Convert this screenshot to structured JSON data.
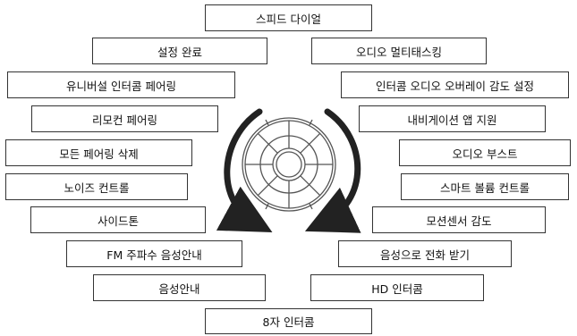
{
  "menu": {
    "top": "스피드 다이얼",
    "bottom": "8자 인터콤",
    "left": [
      "설정 완료",
      "유니버설 인터콤 페어링",
      "리모컨 페어링",
      "모든 페어링 삭제",
      "노이즈 컨트롤",
      "사이드톤",
      "FM 주파수 음성안내",
      "음성안내"
    ],
    "right": [
      "오디오 멀티태스킹",
      "인터콤 오디오 오버레이 감도 설정",
      "내비게이션 앱 지원",
      "오디오 부스트",
      "스마트 볼륨 컨트롤",
      "모션센서 감도",
      "음성으로 전화 받기",
      "HD 인터콤"
    ]
  },
  "colors": {
    "line": "#333333",
    "arrow": "#222222",
    "background": "#ffffff"
  },
  "icons": {
    "center": "jog-dial-icon",
    "rotation": "rotate-arrows-icon"
  }
}
